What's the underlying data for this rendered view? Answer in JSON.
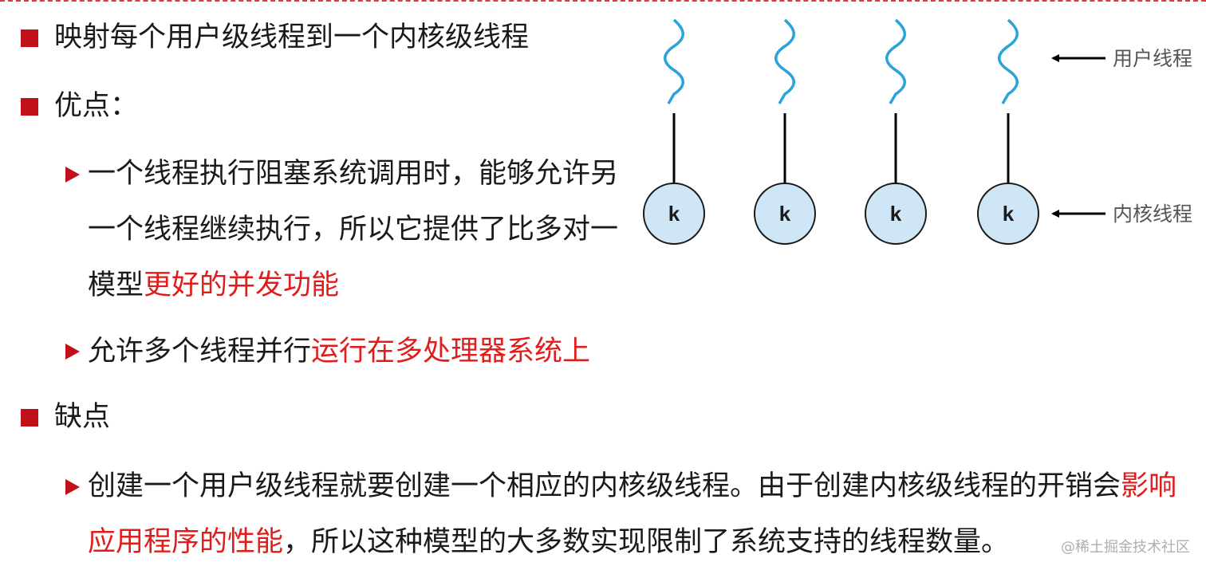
{
  "bullets": {
    "main": "映射每个用户级线程到一个内核级线程",
    "pros": "优点：",
    "cons": "缺点"
  },
  "pros_items": [
    {
      "text_a": "一个线程执行阻塞系统调用时，能够允许另一个线程继续执行，所以它提供了比多对一模型",
      "text_b": "更好的并发功能"
    },
    {
      "text_a": "允许多个线程并行",
      "text_b": "运行在多处理器系统上"
    }
  ],
  "cons_items": [
    {
      "text_a": "创建一个用户级线程就要创建一个相应的内核级线程。由于创建内核级线程的开销会",
      "text_b": "影响应用程序的性能",
      "text_c": "，所以这种模型的大多数实现限制了系统支持的线程数量。"
    }
  ],
  "diagram": {
    "user_label": "用户线程",
    "kernel_label": "内核线程",
    "kernel_node_labels": [
      "k",
      "k",
      "k",
      "k"
    ]
  },
  "colors": {
    "bullet_red": "#c0111a",
    "highlight_red": "#e21b1b",
    "wave_blue": "#2aa3db",
    "node_fill": "#cfe6f7"
  },
  "watermark": "@稀土掘金技术社区"
}
